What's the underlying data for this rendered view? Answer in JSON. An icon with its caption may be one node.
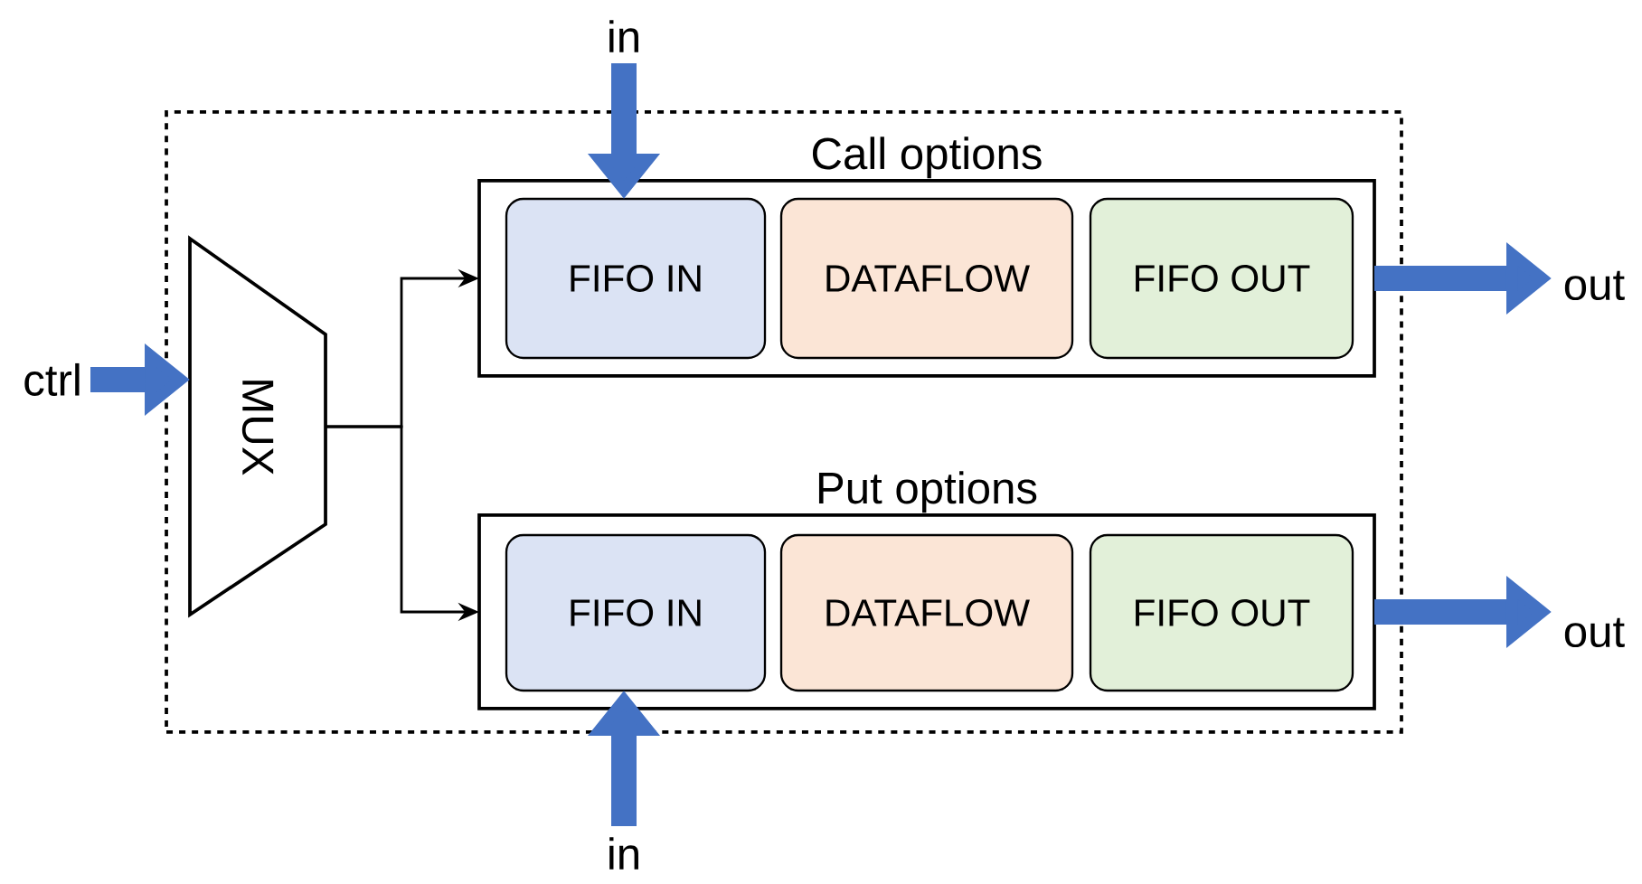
{
  "diagram": {
    "nodes": [
      {
        "text": [],
        "shape": "box"
      },
      {
        "text": [
          "Call options"
        ],
        "in": 0
      },
      {
        "text": [
          "FIFO IN"
        ],
        "in": 1
      },
      {
        "text": [
          "DATAFLOW"
        ],
        "in": 1
      },
      {
        "text": [
          "FIFO OUT"
        ],
        "in": 1
      },
      {
        "text": [
          "Put options"
        ],
        "in": 0
      },
      {
        "text": [
          "FIFO IN"
        ],
        "in": 5
      },
      {
        "text": [
          "DATAFLOW"
        ],
        "in": 5
      },
      {
        "text": [
          "FIFO OUT"
        ],
        "in": 5
      },
      {
        "text": [
          "MUX"
        ],
        "in": 0
      },
      {
        "text": [
          "in"
        ]
      },
      {
        "text": [
          "out"
        ]
      },
      {
        "text": [
          "ctrl"
        ]
      },
      {
        "text": [
          "in"
        ]
      },
      {
        "text": [
          "out"
        ]
      }
    ],
    "edges": [
      {
        "from": 10,
        "to": 2,
        "arrow": "to"
      },
      {
        "from": 1,
        "to": 11,
        "arrow": "to"
      },
      {
        "from": 12,
        "to": 9,
        "arrow": "to"
      },
      {
        "from": 13,
        "to": 6,
        "arrow": "to"
      },
      {
        "from": 5,
        "to": 14,
        "arrow": "to"
      },
      {
        "from": 9,
        "to": 1,
        "arrow": "to",
        "color": "#000000"
      },
      {
        "from": 9,
        "to": 5,
        "arrow": "to",
        "color": "#000000"
      }
    ]
  }
}
